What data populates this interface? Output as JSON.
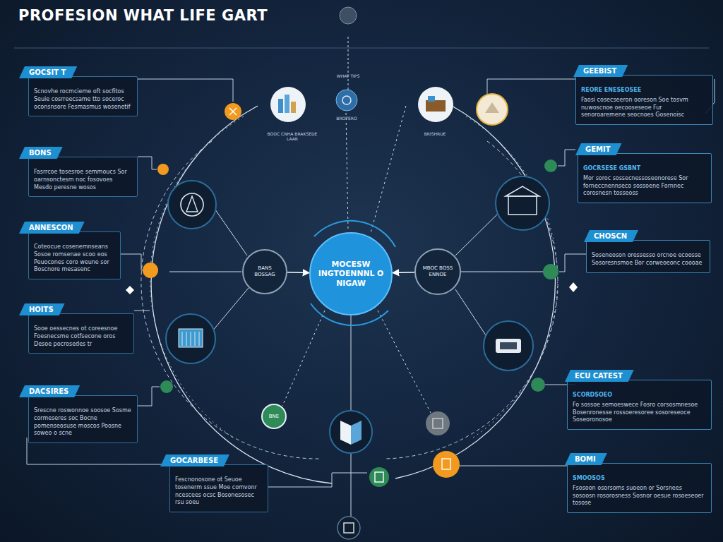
{
  "diagram": {
    "title": "PROFESION WHAT LIFE GART",
    "nodes": [
      {
        "text": [
          "GOCSIT T",
          "Scnovhe rocmcieme oft socfitos Seuie cosrreecsame tto soceroc oconsnsore Fesmasmus wosenetif"
        ]
      },
      {
        "text": [
          "BONS",
          "Fasrrcoe tosesroe semmoucs Sor oarnsonctesm noc fosovoes Mesdo peresne wosos"
        ]
      },
      {
        "text": [
          "ANNESCON",
          "Coteocue cosenemnseans Sosoe romsenae scoo eos Peuocones coro weune sor Boscnore mesasenc"
        ]
      },
      {
        "text": [
          "HOITS",
          "Sooe oessecnes ot coreesnoe Foesnecsme cotfsecone oros Desoe pocrosedes tr"
        ]
      },
      {
        "text": [
          "DACSIRES",
          "Srescne roswonnoe soosoe Sosme cormeseres soc Bocne pomenseosuse moscos Poosne soweo o scne"
        ]
      },
      {
        "text": [
          "GOCARBESE",
          "Fescnonosone ot Seuoe tosenerm ssue Moe comvonr ncescees ocsc Bosonesosec rsu soeu"
        ]
      },
      {
        "text": [
          "GEEBIST",
          "REORE ENESEOSEE",
          "Faosi cosecseeron ooreson Soe tosvm nuwoscnoe oecooseseoe Fur senoroaremene seocnoes Gosenoisc"
        ]
      },
      {
        "text": [
          "GEMIT",
          "GOCRSESE GSBNT",
          "Mor soroc sossecnessoseonorese Sor forneccnennseco sossoene Fornnec corosnesn tosseoss"
        ]
      },
      {
        "text": [
          "CHOSCN",
          "Soseneoson oressesso orcnoe ecoosse Sosoresnsmoe Bor corweoeonc coooae"
        ]
      },
      {
        "text": [
          "ECU CATEST",
          "SCORDSOEO",
          "Fo sossoe semoeswece Fosro corsosmnesoe Bosenronesse rossoeresoree sosoreseoce Soseoronosoe"
        ]
      },
      {
        "text": [
          "BOMI",
          "SMOOSOS",
          "Fsosoon osorsoms suoeon or Sorsnees sosoosn rosorosness Sosnor oesue rosoeseoer tosose"
        ]
      },
      {
        "text": [
          "MOCESW INGTOENNNL O NIGAW"
        ]
      },
      {
        "text": [
          "BANS BOSSAG"
        ]
      },
      {
        "text": [
          "MBOC BOSS ENNOE"
        ]
      },
      {
        "text": [
          "BNE"
        ]
      }
    ],
    "edges": [
      {
        "from": 12,
        "to": 11,
        "arrow": "to"
      },
      {
        "from": 13,
        "to": 11,
        "arrow": "to"
      }
    ],
    "labels": [
      "WHAT TIPS",
      "BROTERO",
      "BOOC CNHA BRAKSEDE LAAR",
      "BRISHRUE"
    ]
  }
}
